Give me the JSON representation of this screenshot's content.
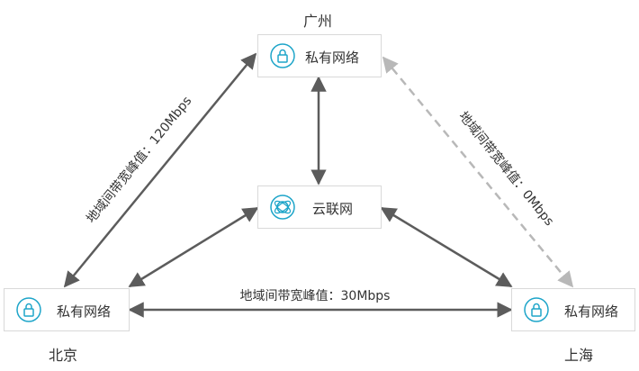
{
  "nodes": {
    "top": {
      "label": "私有网络",
      "city": "广州",
      "icon": "lock-icon"
    },
    "center": {
      "label": "云联网",
      "icon": "ccn-globe-icon"
    },
    "left": {
      "label": "私有网络",
      "city": "北京",
      "icon": "lock-icon"
    },
    "right": {
      "label": "私有网络",
      "city": "上海",
      "icon": "lock-icon"
    }
  },
  "edges": {
    "left_top": {
      "label": "地域间带宽峰值：120Mbps"
    },
    "top_right": {
      "label": "地域间带宽峰值：0Mbps"
    },
    "left_right": {
      "label": "地域间带宽峰值：30Mbps"
    }
  },
  "colors": {
    "arrow_solid": "#5c5c5c",
    "arrow_dashed": "#b8b8b8",
    "icon_accent": "#1ea5c9",
    "box_border": "#d9d9d9"
  }
}
